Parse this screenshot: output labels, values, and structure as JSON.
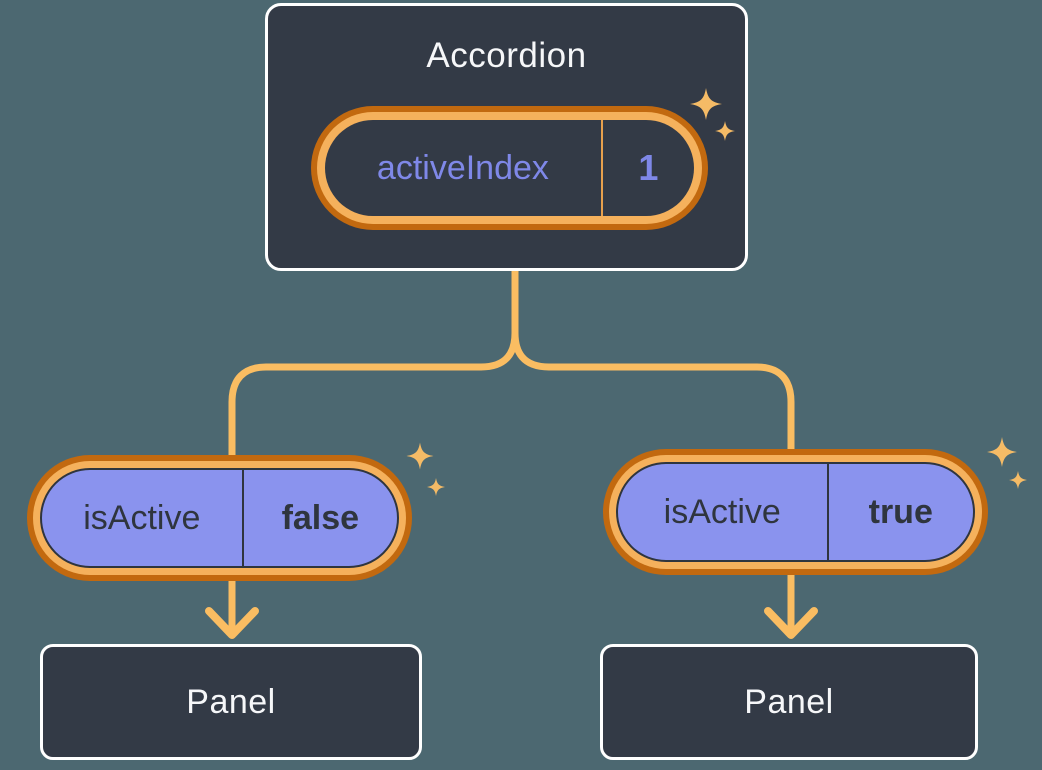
{
  "colors": {
    "bg": "#4C6871",
    "box": "#333A46",
    "box_border": "#FFFFFF",
    "text_light": "#F6F7F9",
    "text_dark": "#2F353E",
    "purple": "#8A93EE",
    "purple_text": "#7F88E8",
    "orange_dark": "#C2690F",
    "orange_light": "#F5B15C",
    "line": "#FABD62",
    "divider": "#E8A14D",
    "sparkle": "#F5BB66"
  },
  "diagram": {
    "root": {
      "label": "Accordion",
      "state": {
        "name": "activeIndex",
        "value": "1"
      }
    },
    "children": [
      {
        "prop": {
          "name": "isActive",
          "value": "false"
        },
        "panel": {
          "label": "Panel"
        }
      },
      {
        "prop": {
          "name": "isActive",
          "value": "true"
        },
        "panel": {
          "label": "Panel"
        }
      }
    ]
  }
}
